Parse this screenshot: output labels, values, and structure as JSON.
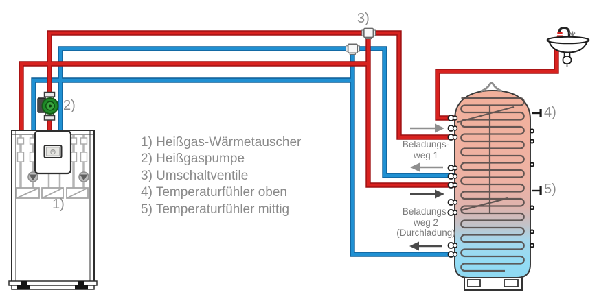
{
  "legend": {
    "items": [
      "1) Heißgas-Wärmetauscher",
      "2) Heißgaspumpe",
      "3) Umschaltventile",
      "4) Temperaturfühler oben",
      "5) Temperaturfühler mittig"
    ]
  },
  "callouts": {
    "heat_exchanger": "1)",
    "hot_gas_pump": "2)",
    "switching_valves": "3)",
    "sensor_top": "4)",
    "sensor_middle": "5)"
  },
  "loading_paths": {
    "path1": {
      "line1": "Beladungs-",
      "line2": "weg 1"
    },
    "path2": {
      "line1": "Beladungs-",
      "line2": "weg 2",
      "line3": "(Durchladung)"
    }
  },
  "flow_arrows": [
    {
      "group": "Beladungsweg 1",
      "direction": "right"
    },
    {
      "group": "Beladungsweg 1",
      "direction": "left"
    },
    {
      "group": "Beladungsweg 2",
      "direction": "right"
    },
    {
      "group": "Beladungsweg 2",
      "direction": "left"
    }
  ],
  "colors": {
    "hot_pipe": "#d8221f",
    "cold_pipe": "#2090d2",
    "tank_warm_top": "#f2b09b",
    "tank_cold_bottom": "#8ed9f2",
    "pump_body_green": "#2e8b2e",
    "label_gray": "#8c8c8c",
    "arrow_light": "#8f8f8f",
    "arrow_dark": "#4a4a4a"
  }
}
